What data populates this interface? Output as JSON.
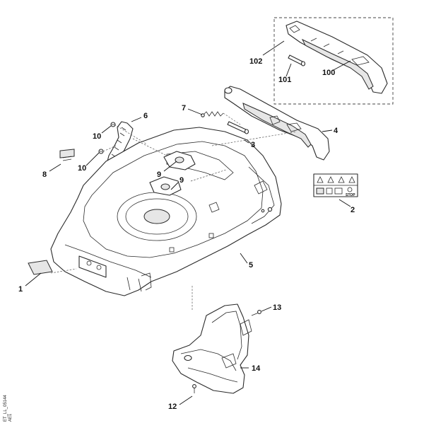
{
  "diagram": {
    "callouts": [
      "1",
      "2",
      "3",
      "4",
      "5",
      "6",
      "7",
      "8",
      "9",
      "9",
      "10",
      "10",
      "12",
      "13",
      "14",
      "100",
      "101",
      "102"
    ],
    "labels": {
      "p1": "1",
      "p2": "2",
      "p3": "3",
      "p4": "4",
      "p5": "5",
      "p6": "6",
      "p7": "7",
      "p8": "8",
      "p9a": "9",
      "p9b": "9",
      "p10a": "10",
      "p10b": "10",
      "p12": "12",
      "p13": "13",
      "p14": "14",
      "p100": "100",
      "p101": "101",
      "p102": "102"
    },
    "reference_code_line1": "ET_LL_05144",
    "reference_code_line2": "AE1",
    "decal_stop": "STOP"
  }
}
